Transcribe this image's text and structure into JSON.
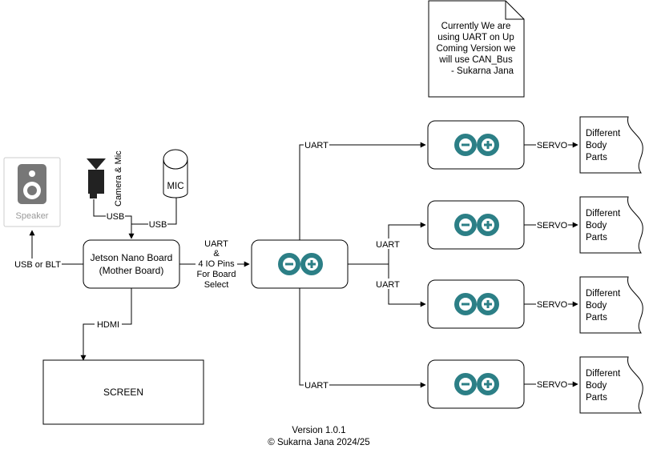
{
  "note": {
    "lines": [
      "Currently We are",
      "using UART on Up",
      "Coming Version we",
      "will use CAN_Bus",
      "- Sukarna Jana"
    ]
  },
  "speaker": {
    "label": "Speaker"
  },
  "camera": {
    "label": "Camera & Mic"
  },
  "mic": {
    "label": "MIC"
  },
  "jetson": {
    "line1": "Jetson Nano Board",
    "line2": "(Mother Board)"
  },
  "screen": {
    "label": "SCREEN"
  },
  "edges": {
    "usb_blt": "USB or BLT",
    "usb1": "USB",
    "usb2": "USB",
    "hdmi": "HDMI",
    "uart_main": [
      "UART",
      "&",
      "4 IO Pins",
      "For Board",
      "Select"
    ],
    "uart1": "UART",
    "uart2": "UART",
    "uart3": "UART",
    "uart4": "UART",
    "servo1": "SERVO",
    "servo2": "SERVO",
    "servo3": "SERVO",
    "servo4": "SERVO"
  },
  "body_parts": [
    [
      "Different",
      "Body",
      "Parts"
    ],
    [
      "Different",
      "Body",
      "Parts"
    ],
    [
      "Different",
      "Body",
      "Parts"
    ],
    [
      "Different",
      "Body",
      "Parts"
    ]
  ],
  "footer": {
    "version": "Version 1.0.1",
    "copyright": "© Sukarna Jana 2024/25"
  },
  "colors": {
    "arduino": "#2c7f86",
    "speaker_gray": "#777777",
    "line": "#000000"
  }
}
